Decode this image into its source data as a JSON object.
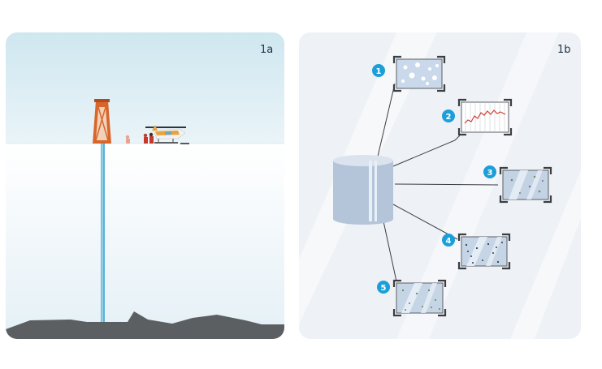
{
  "panel_a": {
    "label": "1a"
  },
  "panel_b": {
    "label": "1b",
    "badges": [
      "1",
      "2",
      "3",
      "4",
      "5"
    ]
  },
  "colors": {
    "sky_top": "#d2e9f1",
    "sky_bottom": "#eef6f9",
    "ice": "#f3f8fb",
    "bedrock": "#5c5f62",
    "borehole": "#5fb3d6",
    "tower": "#d9652a",
    "badge": "#1c9fd9",
    "panel_b_bg": "#eef1f5",
    "cylinder": "#b4c5da",
    "signal_line": "#d0403a"
  }
}
